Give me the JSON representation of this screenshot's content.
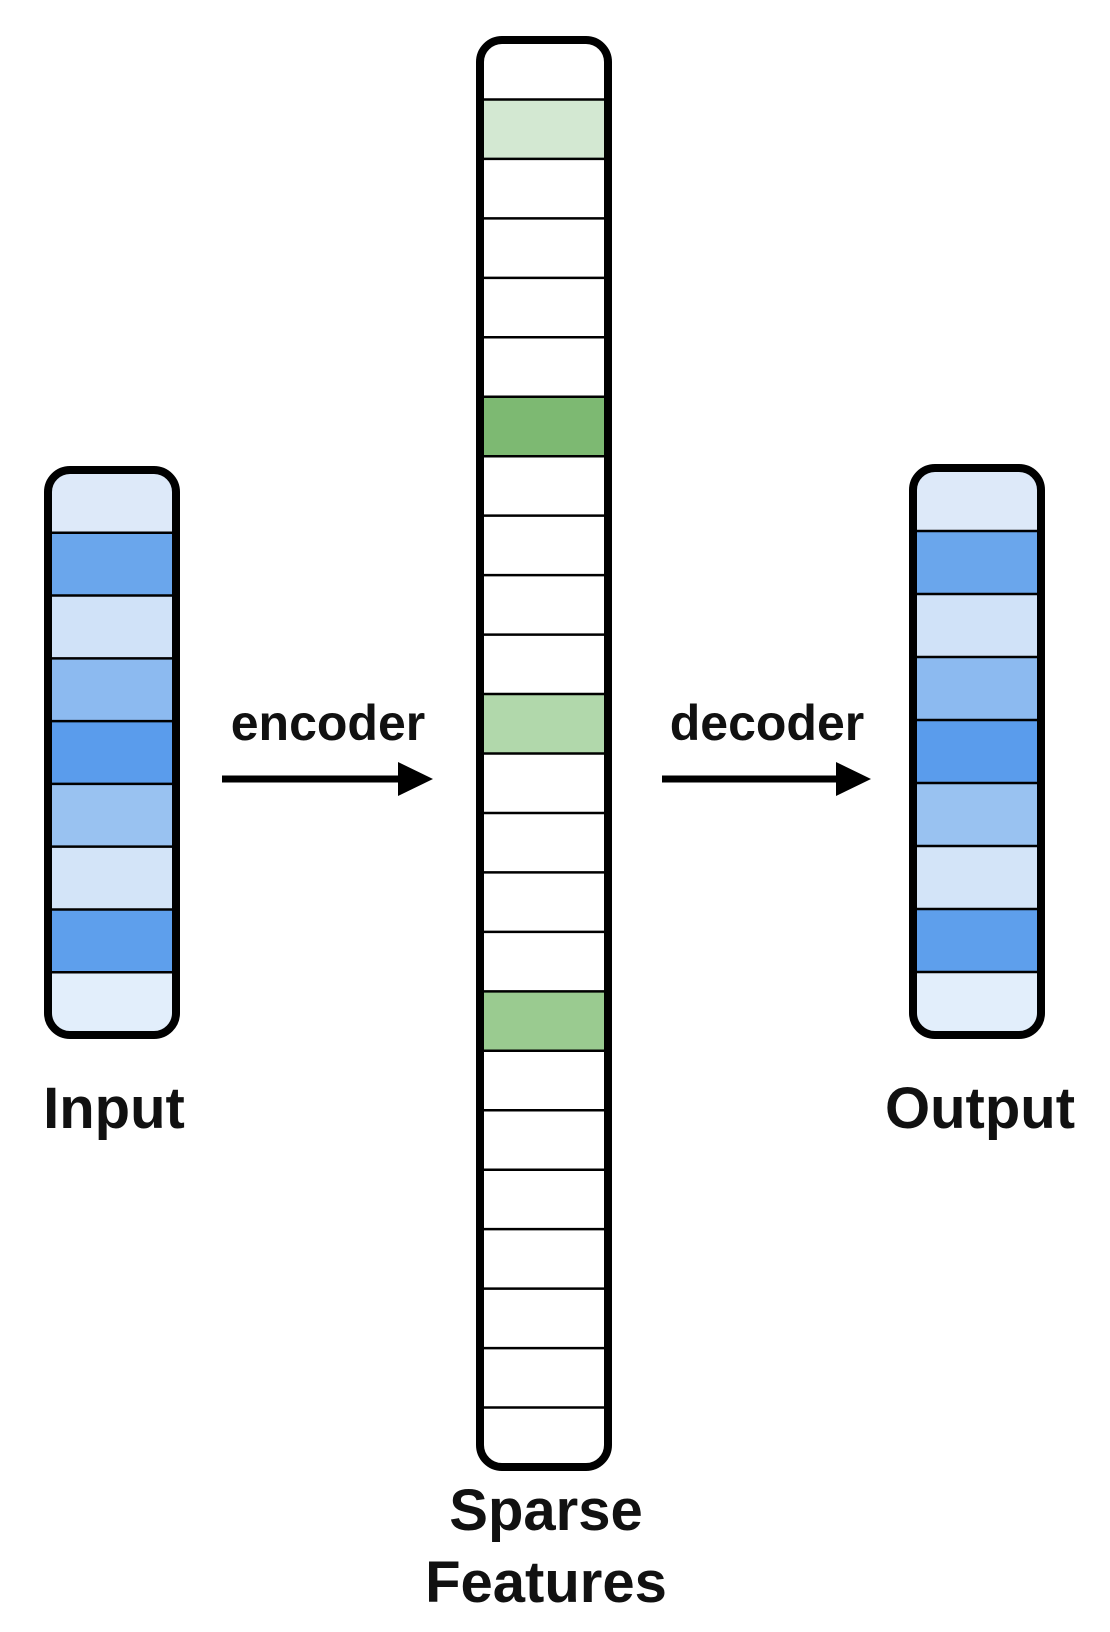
{
  "labels": {
    "input": "Input",
    "output": "Output",
    "sparse_line1": "Sparse",
    "sparse_line2": "Features",
    "encoder": "encoder",
    "decoder": "decoder"
  },
  "input_cells": [
    "#dde9f9",
    "#6aa6ec",
    "#d0e2f8",
    "#8cbaf0",
    "#5a9cec",
    "#99c2f1",
    "#d3e4f8",
    "#5e9fec",
    "#e2eefb"
  ],
  "output_cells": [
    "#dde9f9",
    "#6aa6ec",
    "#d0e2f8",
    "#8cbaf0",
    "#5a9cec",
    "#99c2f1",
    "#d3e4f8",
    "#5e9fec",
    "#e2eefb"
  ],
  "sparse_cells": [
    "#ffffff",
    "#d3e8d2",
    "#ffffff",
    "#ffffff",
    "#ffffff",
    "#ffffff",
    "#7db972",
    "#ffffff",
    "#ffffff",
    "#ffffff",
    "#ffffff",
    "#b1d8ab",
    "#ffffff",
    "#ffffff",
    "#ffffff",
    "#ffffff",
    "#9acb90",
    "#ffffff",
    "#ffffff",
    "#ffffff",
    "#ffffff",
    "#ffffff",
    "#ffffff",
    "#ffffff"
  ]
}
